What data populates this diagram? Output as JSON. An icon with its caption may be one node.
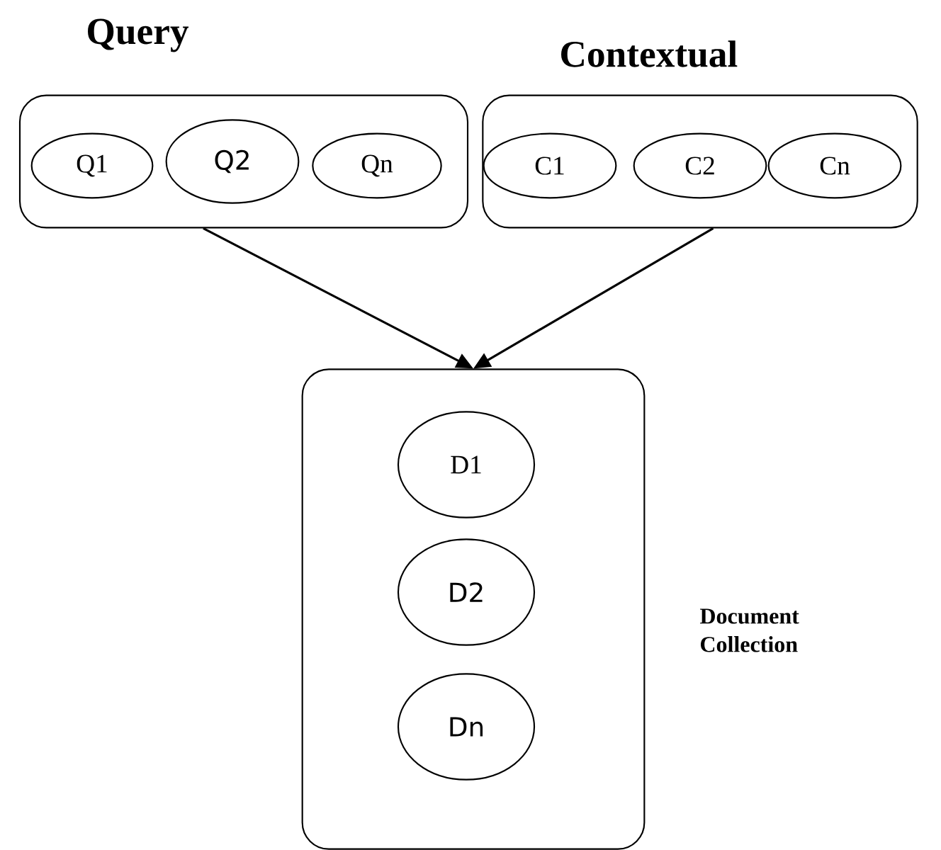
{
  "diagram": {
    "nodes": [
      {
        "text": [
          "Query"
        ]
      },
      {
        "text": [
          "Q1"
        ],
        "in": 0
      },
      {
        "text": [
          "Q2"
        ],
        "in": 0
      },
      {
        "text": [
          "Qn"
        ],
        "in": 0
      },
      {
        "text": [
          "Contextual"
        ]
      },
      {
        "text": [
          "C1"
        ],
        "in": 4
      },
      {
        "text": [
          "C2"
        ],
        "in": 4
      },
      {
        "text": [
          "Cn"
        ],
        "in": 4
      },
      {
        "text": [
          "Document Collection"
        ]
      },
      {
        "text": [
          "D1"
        ],
        "in": 8
      },
      {
        "text": [
          "D2"
        ],
        "in": 8
      },
      {
        "text": [
          "Dn"
        ],
        "in": 8
      }
    ],
    "edges": [
      {
        "from": 0,
        "to": 8,
        "arrow": "to"
      },
      {
        "from": 4,
        "to": 8,
        "arrow": "to"
      }
    ]
  }
}
